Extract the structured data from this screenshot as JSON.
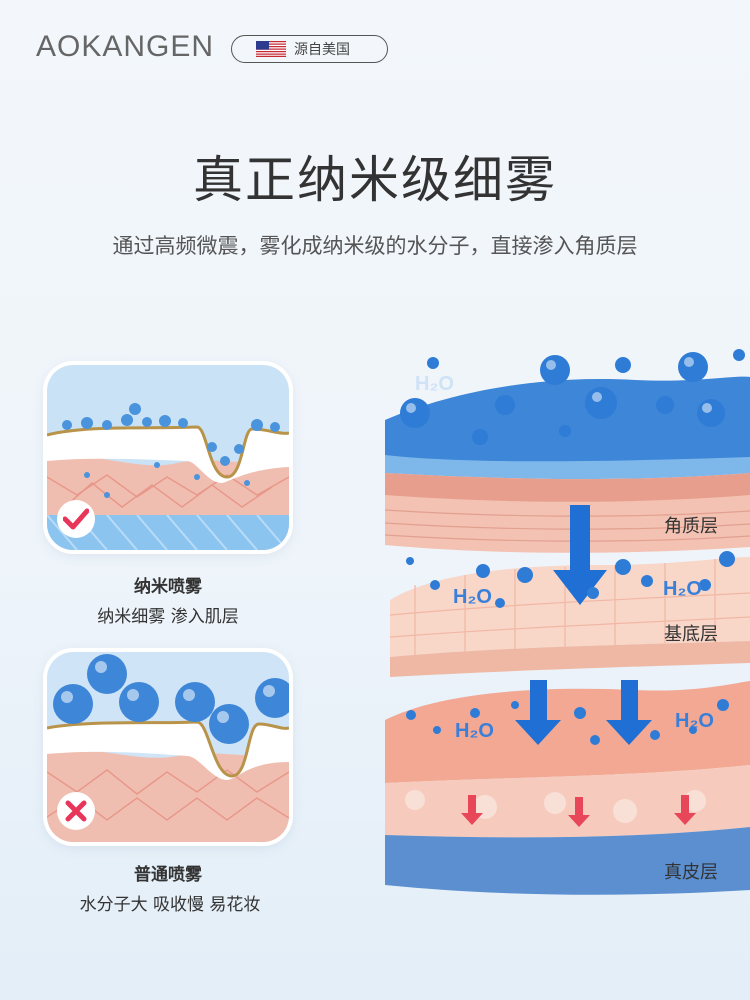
{
  "header": {
    "brand": "AOKANGEN",
    "origin_badge": "源自美国",
    "flag_icon": "us-flag-icon"
  },
  "hero": {
    "title": "真正纳米级细雾",
    "subtitle": "通过高频微震，雾化成纳米级的水分子，直接渗入角质层"
  },
  "comparison": {
    "good": {
      "name": "纳米喷雾",
      "desc": "纳米细雾 渗入肌层",
      "status_icon": "check-icon",
      "status_color": "#e8355a"
    },
    "bad": {
      "name": "普通喷雾",
      "desc": "水分子大 吸收慢 易花妆",
      "status_icon": "cross-icon",
      "status_color": "#e8355a"
    }
  },
  "diagram": {
    "molecule_label": "H₂O",
    "layers": [
      "角质层",
      "基底层",
      "真皮层"
    ],
    "colors": {
      "water": "#3d86d8",
      "skin": "#f2b9a8",
      "dermis": "#5b8fd0",
      "arrow_blue": "#1f6fd4",
      "arrow_red": "#e8475a"
    }
  }
}
